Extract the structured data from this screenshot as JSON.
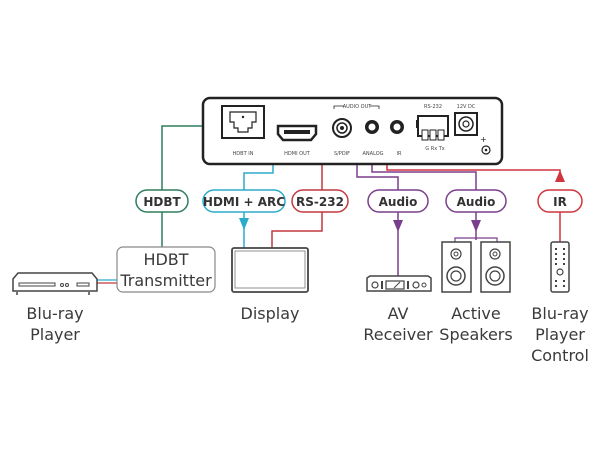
{
  "device": {
    "group_label": "AUDIO OUT",
    "ports": {
      "hdbt_in": "HDBT IN",
      "hdmi_out": "HDMI OUT",
      "spdif": "S/PDIF",
      "analog": "ANALOG",
      "ir": "IR",
      "rs232": "RS-232",
      "rs232_pins": "G Rx Tx",
      "power": "12V DC"
    }
  },
  "connections": [
    {
      "id": "hdbt",
      "label": "HDBT",
      "color": "#2e7d5e"
    },
    {
      "id": "hdmi",
      "label": "HDMI + ARC",
      "color": "#2aaccc"
    },
    {
      "id": "rs232",
      "label": "RS-232",
      "color": "#c0393f"
    },
    {
      "id": "audio1",
      "label": "Audio",
      "color": "#7a3f8c"
    },
    {
      "id": "audio2",
      "label": "Audio",
      "color": "#7a3f8c"
    },
    {
      "id": "ir",
      "label": "IR",
      "color": "#d0343d"
    }
  ],
  "devices": {
    "transmitter": [
      "HDBT",
      "Transmitter"
    ],
    "bluray": [
      "Blu-ray",
      "Player"
    ],
    "display": [
      "Display"
    ],
    "receiver": [
      "AV",
      "Receiver"
    ],
    "speakers": [
      "Active",
      "Speakers"
    ],
    "remote": [
      "Blu-ray",
      "Player",
      "Control"
    ]
  }
}
